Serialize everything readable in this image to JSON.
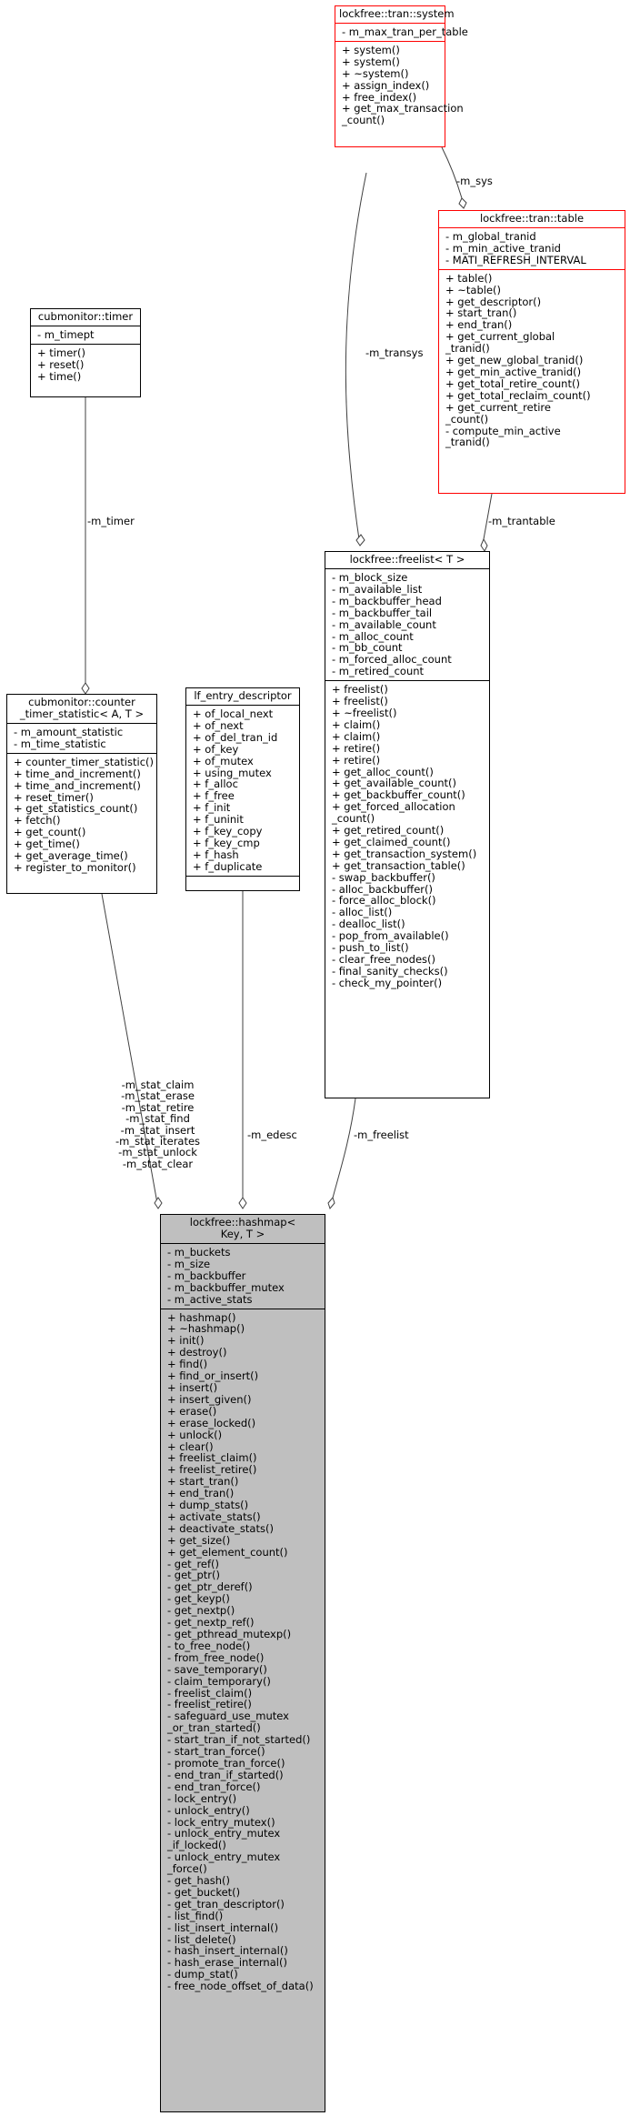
{
  "classes": {
    "tran_system": {
      "title": "lockfree::tran::system",
      "attributes": [
        "- m_max_tran_per_table"
      ],
      "methods": [
        "+ system()",
        "+ system()",
        "+ ~system()",
        "+ assign_index()",
        "+ free_index()",
        "+ get_max_transaction",
        "_count()"
      ]
    },
    "tran_table": {
      "title": "lockfree::tran::table",
      "attributes": [
        "- m_global_tranid",
        "- m_min_active_tranid",
        "- MATI_REFRESH_INTERVAL"
      ],
      "methods": [
        "+ table()",
        "+ ~table()",
        "+ get_descriptor()",
        "+ start_tran()",
        "+ end_tran()",
        "+ get_current_global",
        "_tranid()",
        "+ get_new_global_tranid()",
        "+ get_min_active_tranid()",
        "+ get_total_retire_count()",
        "+ get_total_reclaim_count()",
        "+ get_current_retire",
        "_count()",
        "- compute_min_active",
        "_tranid()"
      ]
    },
    "timer": {
      "title": "cubmonitor::timer",
      "attributes": [
        "- m_timept"
      ],
      "methods": [
        "+ timer()",
        "+ reset()",
        "+ time()"
      ]
    },
    "freelist": {
      "title": "lockfree::freelist< T >",
      "attributes": [
        "- m_block_size",
        "- m_available_list",
        "- m_backbuffer_head",
        "- m_backbuffer_tail",
        "- m_available_count",
        "- m_alloc_count",
        "- m_bb_count",
        "- m_forced_alloc_count",
        "- m_retired_count"
      ],
      "methods": [
        "+ freelist()",
        "+ freelist()",
        "+ ~freelist()",
        "+ claim()",
        "+ claim()",
        "+ retire()",
        "+ retire()",
        "+ get_alloc_count()",
        "+ get_available_count()",
        "+ get_backbuffer_count()",
        "+ get_forced_allocation",
        "_count()",
        "+ get_retired_count()",
        "+ get_claimed_count()",
        "+ get_transaction_system()",
        "+ get_transaction_table()",
        "- swap_backbuffer()",
        "- alloc_backbuffer()",
        "- force_alloc_block()",
        "- alloc_list()",
        "- dealloc_list()",
        "- pop_from_available()",
        "- push_to_list()",
        "- clear_free_nodes()",
        "- final_sanity_checks()",
        "- check_my_pointer()"
      ]
    },
    "counter_timer": {
      "title": "cubmonitor::counter\n_timer_statistic< A, T >",
      "attributes": [
        "- m_amount_statistic",
        "- m_time_statistic"
      ],
      "methods": [
        "+ counter_timer_statistic()",
        "+ time_and_increment()",
        "+ time_and_increment()",
        "+ reset_timer()",
        "+ get_statistics_count()",
        "+ fetch()",
        "+ get_count()",
        "+ get_time()",
        "+ get_average_time()",
        "+ register_to_monitor()"
      ]
    },
    "lf_entry": {
      "title": "lf_entry_descriptor",
      "attributes": [
        "+ of_local_next",
        "+ of_next",
        "+ of_del_tran_id",
        "+ of_key",
        "+ of_mutex",
        "+ using_mutex",
        "+ f_alloc",
        "+ f_free",
        "+ f_init",
        "+ f_uninit",
        "+ f_key_copy",
        "+ f_key_cmp",
        "+ f_hash",
        "+ f_duplicate"
      ],
      "methods": []
    },
    "hashmap": {
      "title": "lockfree::hashmap<\n Key, T >",
      "attributes": [
        "- m_buckets",
        "- m_size",
        "- m_backbuffer",
        "- m_backbuffer_mutex",
        "- m_active_stats"
      ],
      "methods": [
        "+ hashmap()",
        "+ ~hashmap()",
        "+ init()",
        "+ destroy()",
        "+ find()",
        "+ find_or_insert()",
        "+ insert()",
        "+ insert_given()",
        "+ erase()",
        "+ erase_locked()",
        "+ unlock()",
        "+ clear()",
        "+ freelist_claim()",
        "+ freelist_retire()",
        "+ start_tran()",
        "+ end_tran()",
        "+ dump_stats()",
        "+ activate_stats()",
        "+ deactivate_stats()",
        "+ get_size()",
        "+ get_element_count()",
        "- get_ref()",
        "- get_ptr()",
        "- get_ptr_deref()",
        "- get_keyp()",
        "- get_nextp()",
        "- get_nextp_ref()",
        "- get_pthread_mutexp()",
        "- to_free_node()",
        "- from_free_node()",
        "- save_temporary()",
        "- claim_temporary()",
        "- freelist_claim()",
        "- freelist_retire()",
        "- safeguard_use_mutex",
        "_or_tran_started()",
        "- start_tran_if_not_started()",
        "- start_tran_force()",
        "- promote_tran_force()",
        "- end_tran_if_started()",
        "- end_tran_force()",
        "- lock_entry()",
        "- unlock_entry()",
        "- lock_entry_mutex()",
        "- unlock_entry_mutex",
        "_if_locked()",
        "- unlock_entry_mutex",
        "_force()",
        "- get_hash()",
        "- get_bucket()",
        "- get_tran_descriptor()",
        "- list_find()",
        "- list_insert_internal()",
        "- list_delete()",
        "- hash_insert_internal()",
        "- hash_erase_internal()",
        "- dump_stat()",
        "- free_node_offset_of_data()"
      ]
    }
  },
  "edge_labels": {
    "m_sys": "-m_sys",
    "m_transys": "-m_transys",
    "m_trantable": "-m_trantable",
    "m_timer": "-m_timer",
    "m_stat": "-m_stat_claim\n-m_stat_erase\n-m_stat_retire\n-m_stat_find\n-m_stat_insert\n-m_stat_iterates\n-m_stat_unlock\n-m_stat_clear",
    "m_edesc": "-m_edesc",
    "m_freelist": "-m_freelist"
  },
  "colors": {
    "highlight_border": "#ff0000",
    "focus_fill": "#bfbfbf",
    "edge": "#404040"
  }
}
